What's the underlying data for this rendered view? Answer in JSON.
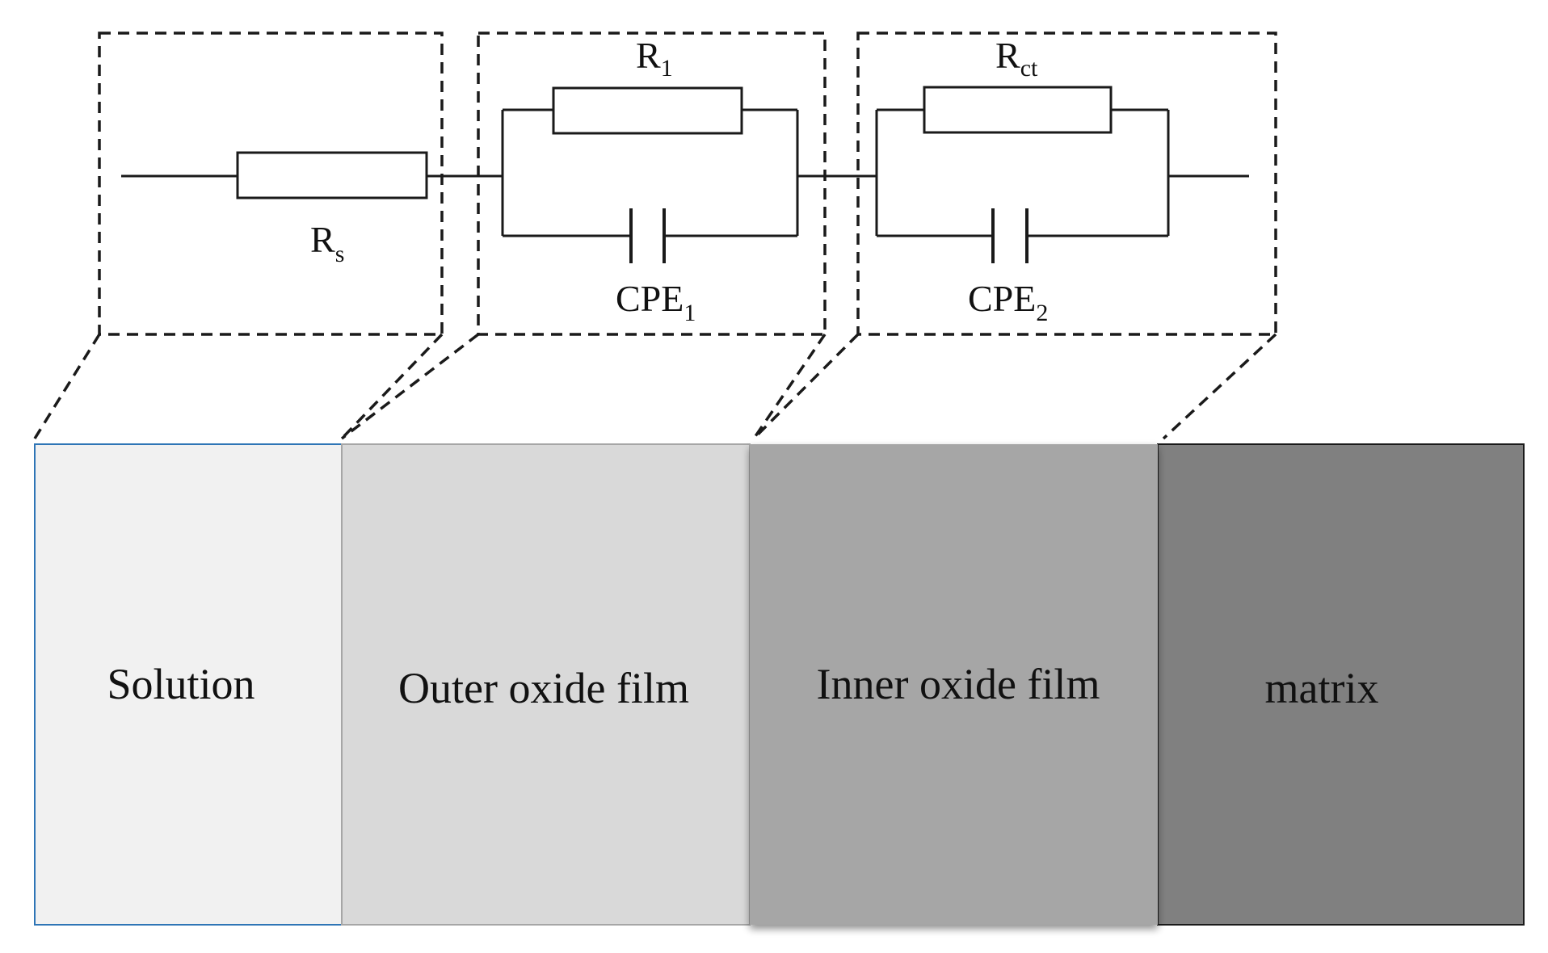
{
  "circuit": {
    "rs": {
      "main": "R",
      "sub": "s"
    },
    "r1": {
      "main": "R",
      "sub": "1"
    },
    "cpe1": {
      "main": "CPE",
      "sub": "1"
    },
    "rct": {
      "main": "R",
      "sub": "ct"
    },
    "cpe2": {
      "main": "CPE",
      "sub": "2"
    }
  },
  "layers": {
    "solution": {
      "label": "Solution",
      "fill": "#f1f1f1",
      "stroke": "#2e75b6"
    },
    "outer": {
      "label": "Outer oxide film",
      "fill": "#d9d9d9",
      "stroke": "#a6a6a6"
    },
    "inner": {
      "label": "Inner oxide film",
      "fill": "#a6a6a6",
      "stroke": "#a6a6a6"
    },
    "matrix": {
      "label": "matrix",
      "fill": "#808080",
      "stroke": "#1a1a1a"
    }
  },
  "colors": {
    "line": "#1a1a1a"
  }
}
